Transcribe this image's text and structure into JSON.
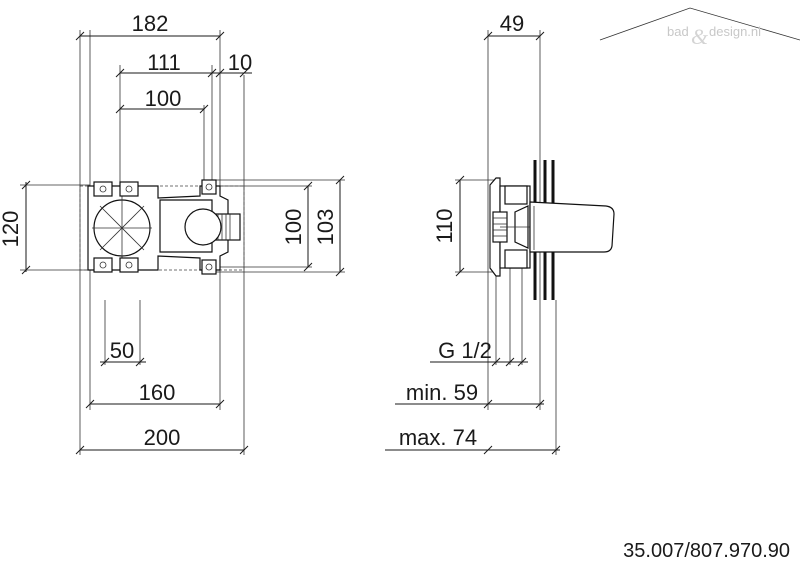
{
  "watermark": {
    "left": "bad",
    "amp": "&",
    "right": "design.nl"
  },
  "front_view": {
    "dimensions": {
      "d182": "182",
      "d111": "111",
      "d10": "10",
      "d100_top": "100",
      "d120": "120",
      "d100_right": "100",
      "d103": "103",
      "d50": "50",
      "d160": "160",
      "d200": "200"
    }
  },
  "side_view": {
    "dimensions": {
      "d49": "49",
      "d110": "110",
      "thread": "G 1/2",
      "min": "min. 59",
      "max": "max. 74"
    }
  },
  "article_number": "35.007/807.970.90"
}
